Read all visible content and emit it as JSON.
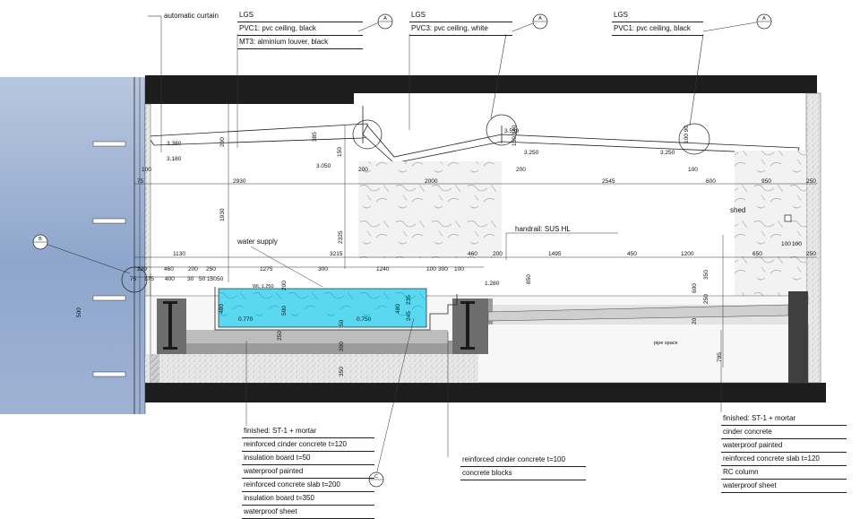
{
  "callouts": {
    "automatic_curtain": "automatic curtain",
    "water_supply": "water supply",
    "shed": "shed",
    "handrail": "handrail: SUS HL",
    "pipe_space": "pipe space",
    "wl": "WL:1.250"
  },
  "header_notes": [
    {
      "lines": [
        "LGS",
        "PVC1: pvc ceiling, black",
        "MT3: alminium  louver, black"
      ],
      "mark": "A"
    },
    {
      "lines": [
        "LGS",
        "PVC3: pvc ceiling, white"
      ],
      "mark": "A"
    },
    {
      "lines": [
        "LGS",
        "PVC1: pvc ceiling, black"
      ],
      "mark": "A"
    }
  ],
  "section_marks": {
    "left": "B",
    "bottom": "C"
  },
  "bottom_left_notes": [
    "finished: ST-1 + mortar",
    "reinforced cinder concrete t=120",
    "insulation board t=50",
    "waterproof painted",
    "reinforced concrete slab t=200",
    "insulation board t=350",
    "waterproof sheet"
  ],
  "bottom_mid_notes": [
    "reinforced cinder concrete t=100",
    "concrete blocks"
  ],
  "bottom_right_notes": [
    "finished: ST-1 + mortar",
    "cinder concrete",
    "waterproof painted",
    "reinforced concrete slab t=120",
    "RC column",
    "waterproof sheet"
  ],
  "dims": {
    "ceil_3380": "3.380",
    "ceil_3180": "3.180",
    "ceil_3050": "3.050",
    "ceil_3550": "3.550",
    "ceil_3250a": "3.250",
    "ceil_3250b": "3.250",
    "d100a": "100",
    "d75a": "75",
    "d2930": "2930",
    "d200a": "200",
    "d2000": "2000",
    "d2545": "2545",
    "d600a": "600",
    "d950": "950",
    "d250a": "250",
    "d100b": "100",
    "d200b": "200",
    "d385": "385",
    "d150a": "150",
    "d150_140": "150 140",
    "d100_90": "100 90",
    "d1930": "1930",
    "d2325": "2325",
    "d1130": "1130",
    "d3215": "3215",
    "d460a": "460",
    "d200c": "200",
    "d1495": "1495",
    "d450": "450",
    "d1200": "1200",
    "d650": "650",
    "d100c": "100",
    "d250b": "250",
    "d100d": "100",
    "d220": "220",
    "d460b": "460",
    "d200d": "200",
    "d250c": "250",
    "d1275": "1275",
    "d300": "300",
    "d1240": "1240",
    "d100e": "100",
    "d300b": "300",
    "d100f": "100",
    "d75b": "75",
    "d175": "175",
    "d400a": "400",
    "d30": "30",
    "d50": "50",
    "d150b": "150",
    "d50b": "50",
    "d1280": "1.280",
    "d850": "850",
    "d600b": "600",
    "d350a": "350",
    "d250d": "250",
    "d770": "0.770",
    "d750": "0.750",
    "d500a": "500",
    "d480a": "480",
    "d235": "235",
    "d245": "245",
    "d480b": "480",
    "d50c": "50",
    "d200e": "200",
    "d300c": "300",
    "d350b": "350",
    "d500b": "500",
    "d795": "795",
    "d20": "20",
    "d250e": "250",
    "d200f": "200"
  }
}
